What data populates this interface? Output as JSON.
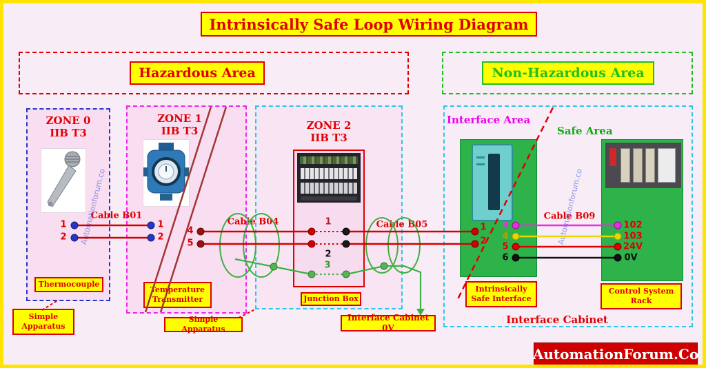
{
  "title": "Intrinsically Safe Loop Wiring Diagram",
  "areas": {
    "hazardous": "Hazardous Area",
    "non_hazardous": "Non-Hazardous Area",
    "interface_area": "Interface Area",
    "safe_area": "Safe Area",
    "interface_cabinet": "Interface Cabinet"
  },
  "zone0": {
    "title_line1": "ZONE 0",
    "title_line2": "IIB T3",
    "terminal_1": "1",
    "terminal_2": "2",
    "device_label": "Thermocouple",
    "note": "Simple Apparatus"
  },
  "zone1": {
    "title_line1": "ZONE 1",
    "title_line2": "IIB T3",
    "terminal_left_1": "1",
    "terminal_left_2": "2",
    "terminal_right_4": "4",
    "terminal_right_5": "5",
    "device_label": "Temperature Transmitter",
    "note": "Simple Apparatus"
  },
  "zone2": {
    "title_line1": "ZONE 2",
    "title_line2": "IIB T3",
    "row_1": "1",
    "row_2": "2",
    "row_3": "3",
    "device_label": "Junction Box"
  },
  "cables": {
    "b01": "Cable B01",
    "b04": "Cable B04",
    "b05": "Cable B05",
    "b09": "Cable B09"
  },
  "interface": {
    "terminal_1": "1",
    "terminal_2": "2",
    "terminal_3": "3",
    "terminal_4": "4",
    "terminal_5": "5",
    "terminal_6": "6",
    "device_label": "Intrinsically Safe Interface"
  },
  "control_rack": {
    "terminal_102": "102",
    "terminal_103": "103",
    "terminal_24v": "24V",
    "terminal_0v": "0V",
    "device_label": "Control System Rack"
  },
  "cabinet_0v_label": "Interface Cabinet 0V",
  "brand": "AutomationForum.Co",
  "watermark": "Automationforum.co",
  "colors": {
    "accent_red": "#e00000",
    "label_yellow": "#ffff00",
    "safe_green": "#2db34a",
    "screen_green": "#3cb043",
    "wire_red": "#d40000",
    "wire_magenta": "#e52ee5",
    "wire_yellow": "#e8d800",
    "wire_black": "#111111",
    "terminal_blue": "#2438c8",
    "cyan_dash": "#29c7e8"
  }
}
